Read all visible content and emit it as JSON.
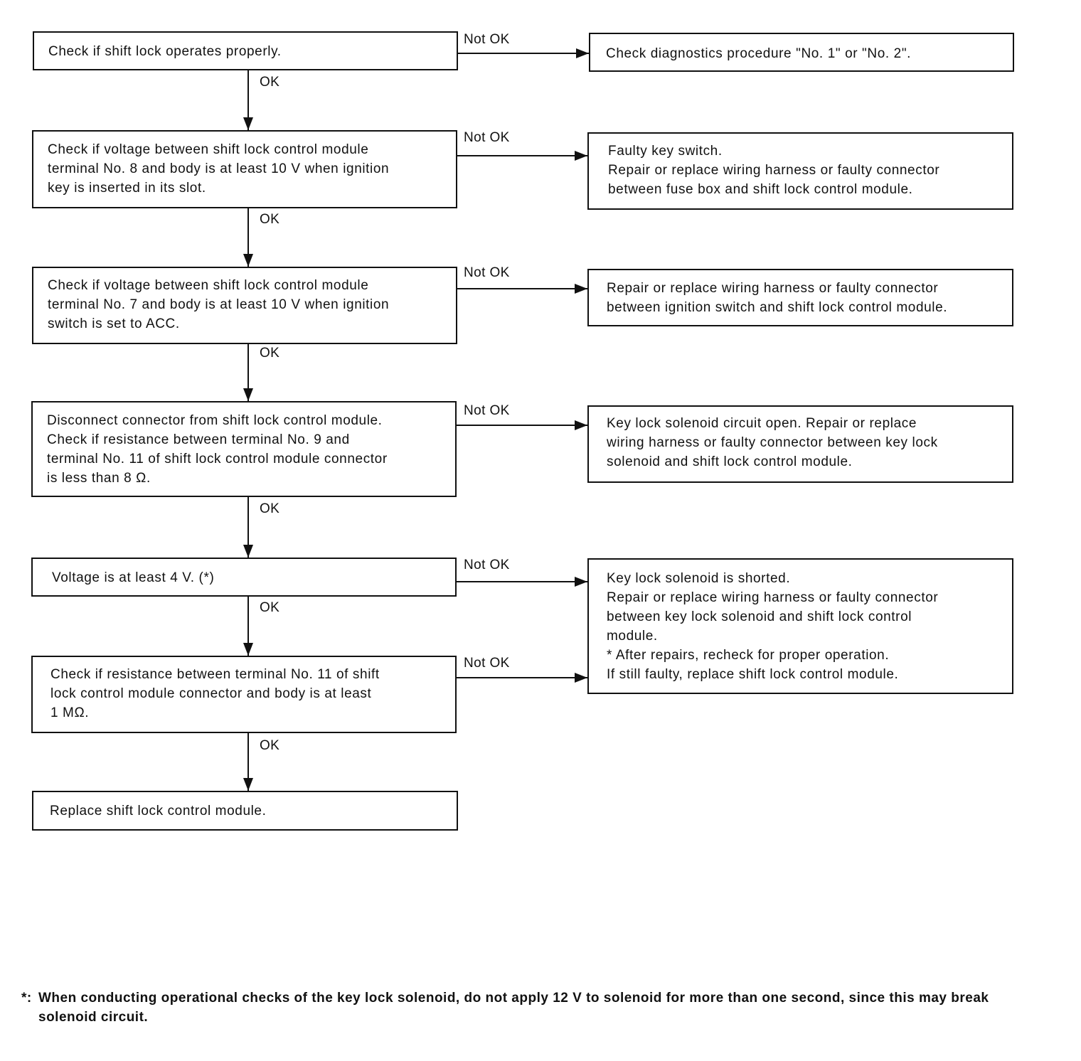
{
  "steps": [
    {
      "lines": [
        "Check if shift lock operates properly."
      ]
    },
    {
      "lines": [
        "Check if voltage between shift lock control module",
        "terminal No. 8 and body is at least 10 V when ignition",
        "key is inserted in its slot."
      ]
    },
    {
      "lines": [
        "Check if voltage between shift lock control module",
        "terminal No. 7 and body is at least 10 V when ignition",
        "switch is set to ACC."
      ]
    },
    {
      "lines": [
        "Disconnect connector from shift lock control module.",
        "Check if resistance between terminal No. 9 and",
        "terminal No. 11 of shift lock control module connector",
        "is less than 8 Ω."
      ]
    },
    {
      "lines": [
        "Voltage is at least 4 V. (*)"
      ]
    },
    {
      "lines": [
        "Check if resistance between terminal No. 11 of shift",
        "lock control module connector and body is at least",
        "1 MΩ."
      ]
    },
    {
      "lines": [
        "Replace shift lock control module."
      ]
    }
  ],
  "results": [
    {
      "lines": [
        "Check diagnostics procedure \"No. 1\" or \"No. 2\"."
      ]
    },
    {
      "lines": [
        "Faulty key switch.",
        "Repair or replace wiring harness or faulty connector",
        "between fuse box and shift lock control module."
      ]
    },
    {
      "lines": [
        "Repair or replace wiring harness or faulty connector",
        "between ignition switch and shift lock control module."
      ]
    },
    {
      "lines": [
        "Key lock solenoid circuit open. Repair or replace",
        "wiring harness or faulty connector between key lock",
        "solenoid and shift lock control module."
      ]
    },
    {
      "lines": [
        "Key lock solenoid is shorted.",
        "Repair or replace wiring harness or faulty connector",
        "between key lock solenoid and shift lock control",
        "module.",
        "* After repairs, recheck for proper operation.",
        "If still faulty, replace shift lock control module."
      ]
    }
  ],
  "labels": {
    "ok": "OK",
    "not_ok": "Not OK"
  },
  "footnote": {
    "mark": "*:",
    "text": "When conducting operational checks of the key lock solenoid, do not apply 12 V to solenoid for more than one second, since this may break solenoid circuit."
  }
}
